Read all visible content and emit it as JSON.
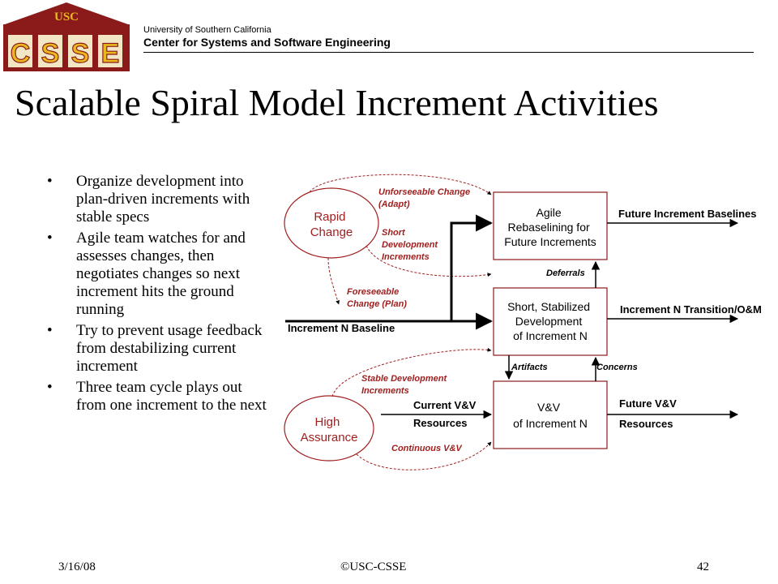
{
  "header": {
    "logo_top": "USC",
    "logo_letters": [
      "C",
      "S",
      "S",
      "E"
    ],
    "university": "University of Southern California",
    "center": "Center for Systems and Software Engineering"
  },
  "title": "Scalable Spiral Model Increment Activities",
  "bullets": [
    "Organize development into plan-driven increments with stable specs",
    "Agile team watches for and assesses changes, then negotiates changes so next increment hits the ground running",
    "Try to prevent usage feedback from destabilizing current increment",
    "Three team cycle plays out from one increment to the next"
  ],
  "diagram": {
    "rapid_change": [
      "Rapid",
      "Change"
    ],
    "high_assurance": [
      "High",
      "Assurance"
    ],
    "agile_box": [
      "Agile",
      "Rebaselining for",
      "Future Increments"
    ],
    "dev_box": [
      "Short, Stabilized",
      "Development",
      "of Increment N"
    ],
    "vv_box": [
      "V&V",
      "of Increment N"
    ],
    "unforeseeable": [
      "Unforseeable Change",
      "(Adapt)"
    ],
    "short_dev": [
      "Short",
      "Development",
      "Increments"
    ],
    "foreseeable": [
      "Foreseeable",
      "Change (Plan)"
    ],
    "increment_baseline": "Increment N Baseline",
    "future_baselines": "Future Increment Baselines",
    "deferrals": "Deferrals",
    "transition": "Increment N Transition/O&M",
    "artifacts": "Artifacts",
    "concerns": "Concerns",
    "stable_dev": [
      "Stable Development",
      "Increments"
    ],
    "current_vv": [
      "Current V&V",
      "Resources"
    ],
    "future_vv": [
      "Future V&V",
      "Resources"
    ],
    "continuous_vv": "Continuous V&V"
  },
  "footer": {
    "date": "3/16/08",
    "copyright": "©USC-CSSE",
    "page": "42"
  },
  "colors": {
    "logo_maroon": "#8b1a1a",
    "logo_gold": "#e8b81c",
    "ellipse_red": "#a02020"
  }
}
